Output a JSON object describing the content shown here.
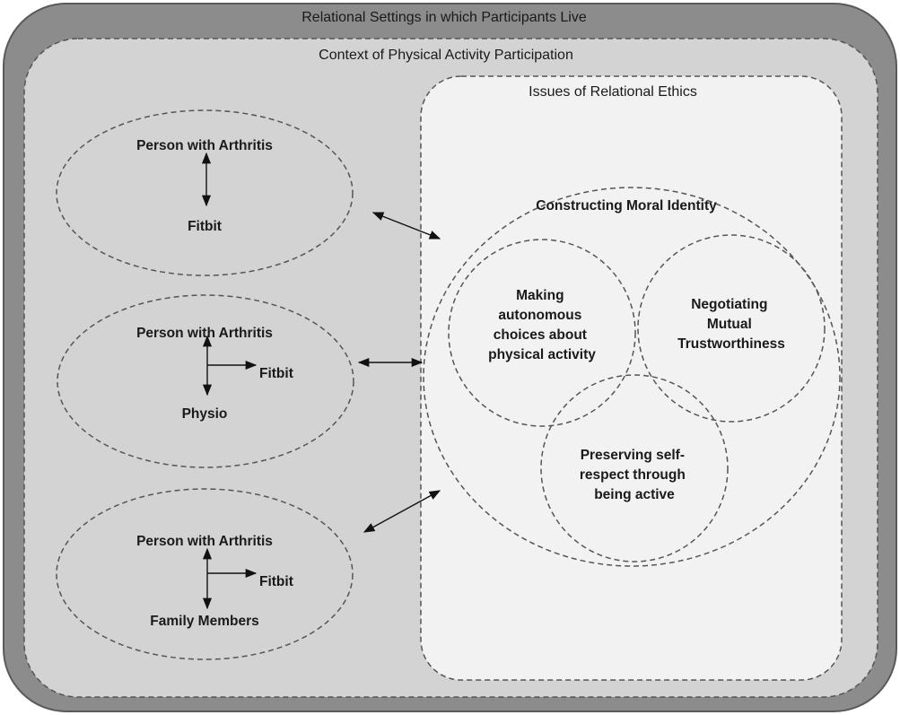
{
  "outer": {
    "title": "Relational Settings in which Participants Live"
  },
  "context": {
    "title": "Context of Physical Activity Participation"
  },
  "ethics": {
    "title": "Issues of Relational Ethics"
  },
  "relationships": [
    {
      "top": "Person with Arthritis",
      "bottom": "Fitbit",
      "side": ""
    },
    {
      "top": "Person with Arthritis",
      "bottom": "Physio",
      "side": "Fitbit"
    },
    {
      "top": "Person with Arthritis",
      "bottom": "Family Members",
      "side": "Fitbit"
    }
  ],
  "moral_identity": {
    "title": "Constructing Moral Identity",
    "autonomous": [
      "Making",
      "autonomous",
      "choices about",
      "physical activity"
    ],
    "trust": [
      "Negotiating",
      "Mutual",
      "Trustworthiness"
    ],
    "self_respect": [
      "Preserving self-",
      "respect through",
      "being active"
    ]
  },
  "colors": {
    "outer_fill": "#8c8c8c",
    "context_fill": "#d3d3d3",
    "ethics_fill": "#f2f2f2",
    "ellipse_fill": "#ffffff",
    "dash_stroke": "#555555",
    "text": "#1a1a1a"
  }
}
